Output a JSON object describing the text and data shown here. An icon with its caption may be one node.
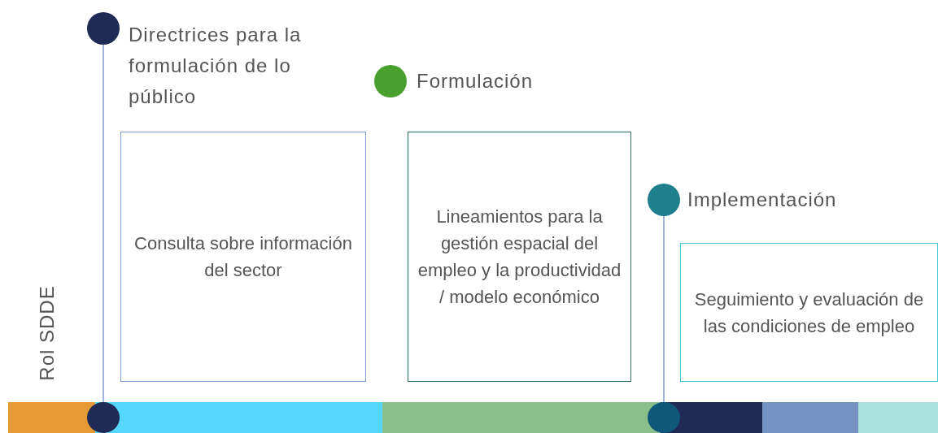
{
  "diagram": {
    "nodes": [
      {
        "text": [],
        "shape": "circle",
        "beside": [
          "Directrices para la formulación de lo público"
        ]
      },
      {
        "text": [],
        "shape": "circle"
      },
      {
        "text": [
          "Consulta sobre información del sector"
        ]
      },
      {
        "text": [],
        "shape": "circle",
        "beside": [
          "Formulación"
        ]
      },
      {
        "text": [
          "Lineamientos para la gestión espacial del empleo y la productividad / modelo económico"
        ]
      },
      {
        "text": [],
        "shape": "circle",
        "beside": [
          "Implementación"
        ]
      },
      {
        "text": [],
        "shape": "circle"
      },
      {
        "text": [
          "Seguimiento y evaluación de las condiciones de empleo"
        ]
      }
    ],
    "edges": [
      {
        "from": 0,
        "to": 1,
        "arrow": "none"
      },
      {
        "from": 5,
        "to": 6,
        "arrow": "none"
      }
    ],
    "labels": [
      "Rol SDDE"
    ]
  }
}
